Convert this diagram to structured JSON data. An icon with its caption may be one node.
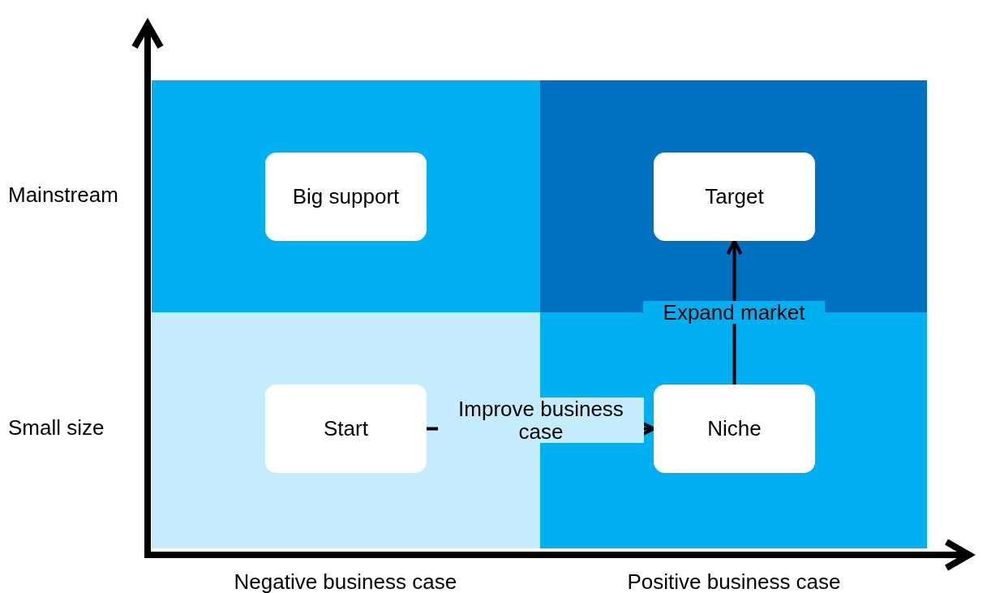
{
  "diagram": {
    "nodes": [
      {
        "text": [],
        "shape": "box"
      },
      {
        "text": [
          "Big support"
        ],
        "in": 0
      },
      {
        "text": [],
        "shape": "box"
      },
      {
        "text": [
          "Target"
        ],
        "in": 2
      },
      {
        "text": [],
        "shape": "box"
      },
      {
        "text": [
          "Start"
        ],
        "in": 4
      },
      {
        "text": [],
        "shape": "box"
      },
      {
        "text": [
          "Niche"
        ],
        "in": 6
      }
    ],
    "edges": [
      {
        "from": 5,
        "to": 7,
        "arrow": "to",
        "label": "Improve business case"
      },
      {
        "from": 7,
        "to": 3,
        "arrow": "to",
        "label": "Expand market"
      }
    ],
    "labels": [
      "Mainstream",
      "Small size",
      "Negative business case",
      "Positive business case"
    ]
  }
}
